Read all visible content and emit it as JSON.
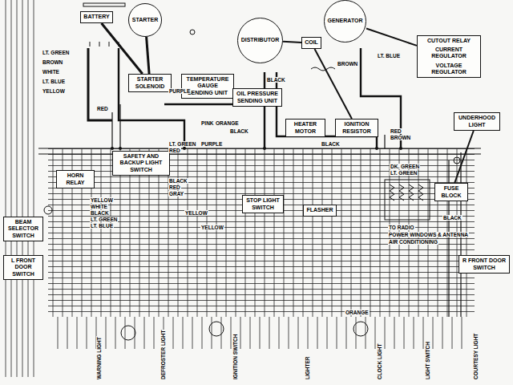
{
  "diagram": {
    "nodes": [
      {
        "text": [
          "BATTERY"
        ]
      },
      {
        "text": [
          "STARTER"
        ]
      },
      {
        "text": [
          "STARTER SOLENOID"
        ]
      },
      {
        "text": [
          "TEMPERATURE GAUGE SENDING UNIT"
        ]
      },
      {
        "text": [
          "OIL PRESSURE SENDING UNIT"
        ]
      },
      {
        "text": [
          "DISTRIBUTOR"
        ]
      },
      {
        "text": [
          "COIL"
        ]
      },
      {
        "text": [
          "GENERATOR"
        ]
      },
      {
        "text": [
          "CUTOUT RELAY",
          "CURRENT REGULATOR",
          "VOLTAGE REGULATOR"
        ]
      },
      {
        "text": [
          "HORN RELAY"
        ]
      },
      {
        "text": [
          "SAFETY AND BACKUP LIGHT SWITCH"
        ]
      },
      {
        "text": [
          "HEATER MOTOR"
        ]
      },
      {
        "text": [
          "IGNITION RESISTOR"
        ]
      },
      {
        "text": [
          "STOP LIGHT SWITCH"
        ]
      },
      {
        "text": [
          "FLASHER"
        ]
      },
      {
        "text": [
          "FUSE BLOCK"
        ]
      },
      {
        "text": [
          "UNDERHOOD LIGHT"
        ]
      },
      {
        "text": [
          "L FRONT DOOR SWITCH"
        ]
      },
      {
        "text": [
          "R FRONT DOOR SWITCH"
        ]
      },
      {
        "text": [
          "BEAM SELECTOR SWITCH"
        ]
      }
    ],
    "edges": [
      {
        "from": 0,
        "to": 2,
        "arrow": "none"
      },
      {
        "from": 2,
        "to": 1,
        "arrow": "none"
      },
      {
        "from": 6,
        "to": 5,
        "arrow": "none"
      },
      {
        "from": 12,
        "to": 6,
        "arrow": "none"
      },
      {
        "from": 8,
        "to": 7,
        "arrow": "none"
      },
      {
        "from": 15,
        "to": 16,
        "arrow": "none"
      }
    ],
    "labels": [
      "LT. GREEN",
      "BROWN",
      "WHITE",
      "LT. BLUE",
      "YELLOW",
      "RED",
      "PURPLE",
      "LT. GREEN",
      "RED",
      "PURPLE",
      "BLACK",
      "RED",
      "GRAY",
      "YELLOW",
      "WHITE",
      "BLACK",
      "LT. GREEN",
      "LT. BLUE",
      "YELLOW",
      "YELLOW",
      "BLACK",
      "BLACK",
      "RED",
      "BROWN",
      "DK. GREEN",
      "LT. GREEN",
      "BROWN",
      "LT. BLUE",
      "BLACK",
      "PINK",
      "ORANGE",
      "TO RADIO",
      "POWER WINDOWS & ANTENNA",
      "AIR CONDITIONING",
      "BLACK",
      "ORANGE",
      "WARNING LIGHT",
      "DEFROSTER LIGHT",
      "IGNITION SWITCH",
      "LIGHTER",
      "CLOCK LIGHT",
      "LIGHT SWITCH",
      "COURTESY LIGHT"
    ]
  }
}
